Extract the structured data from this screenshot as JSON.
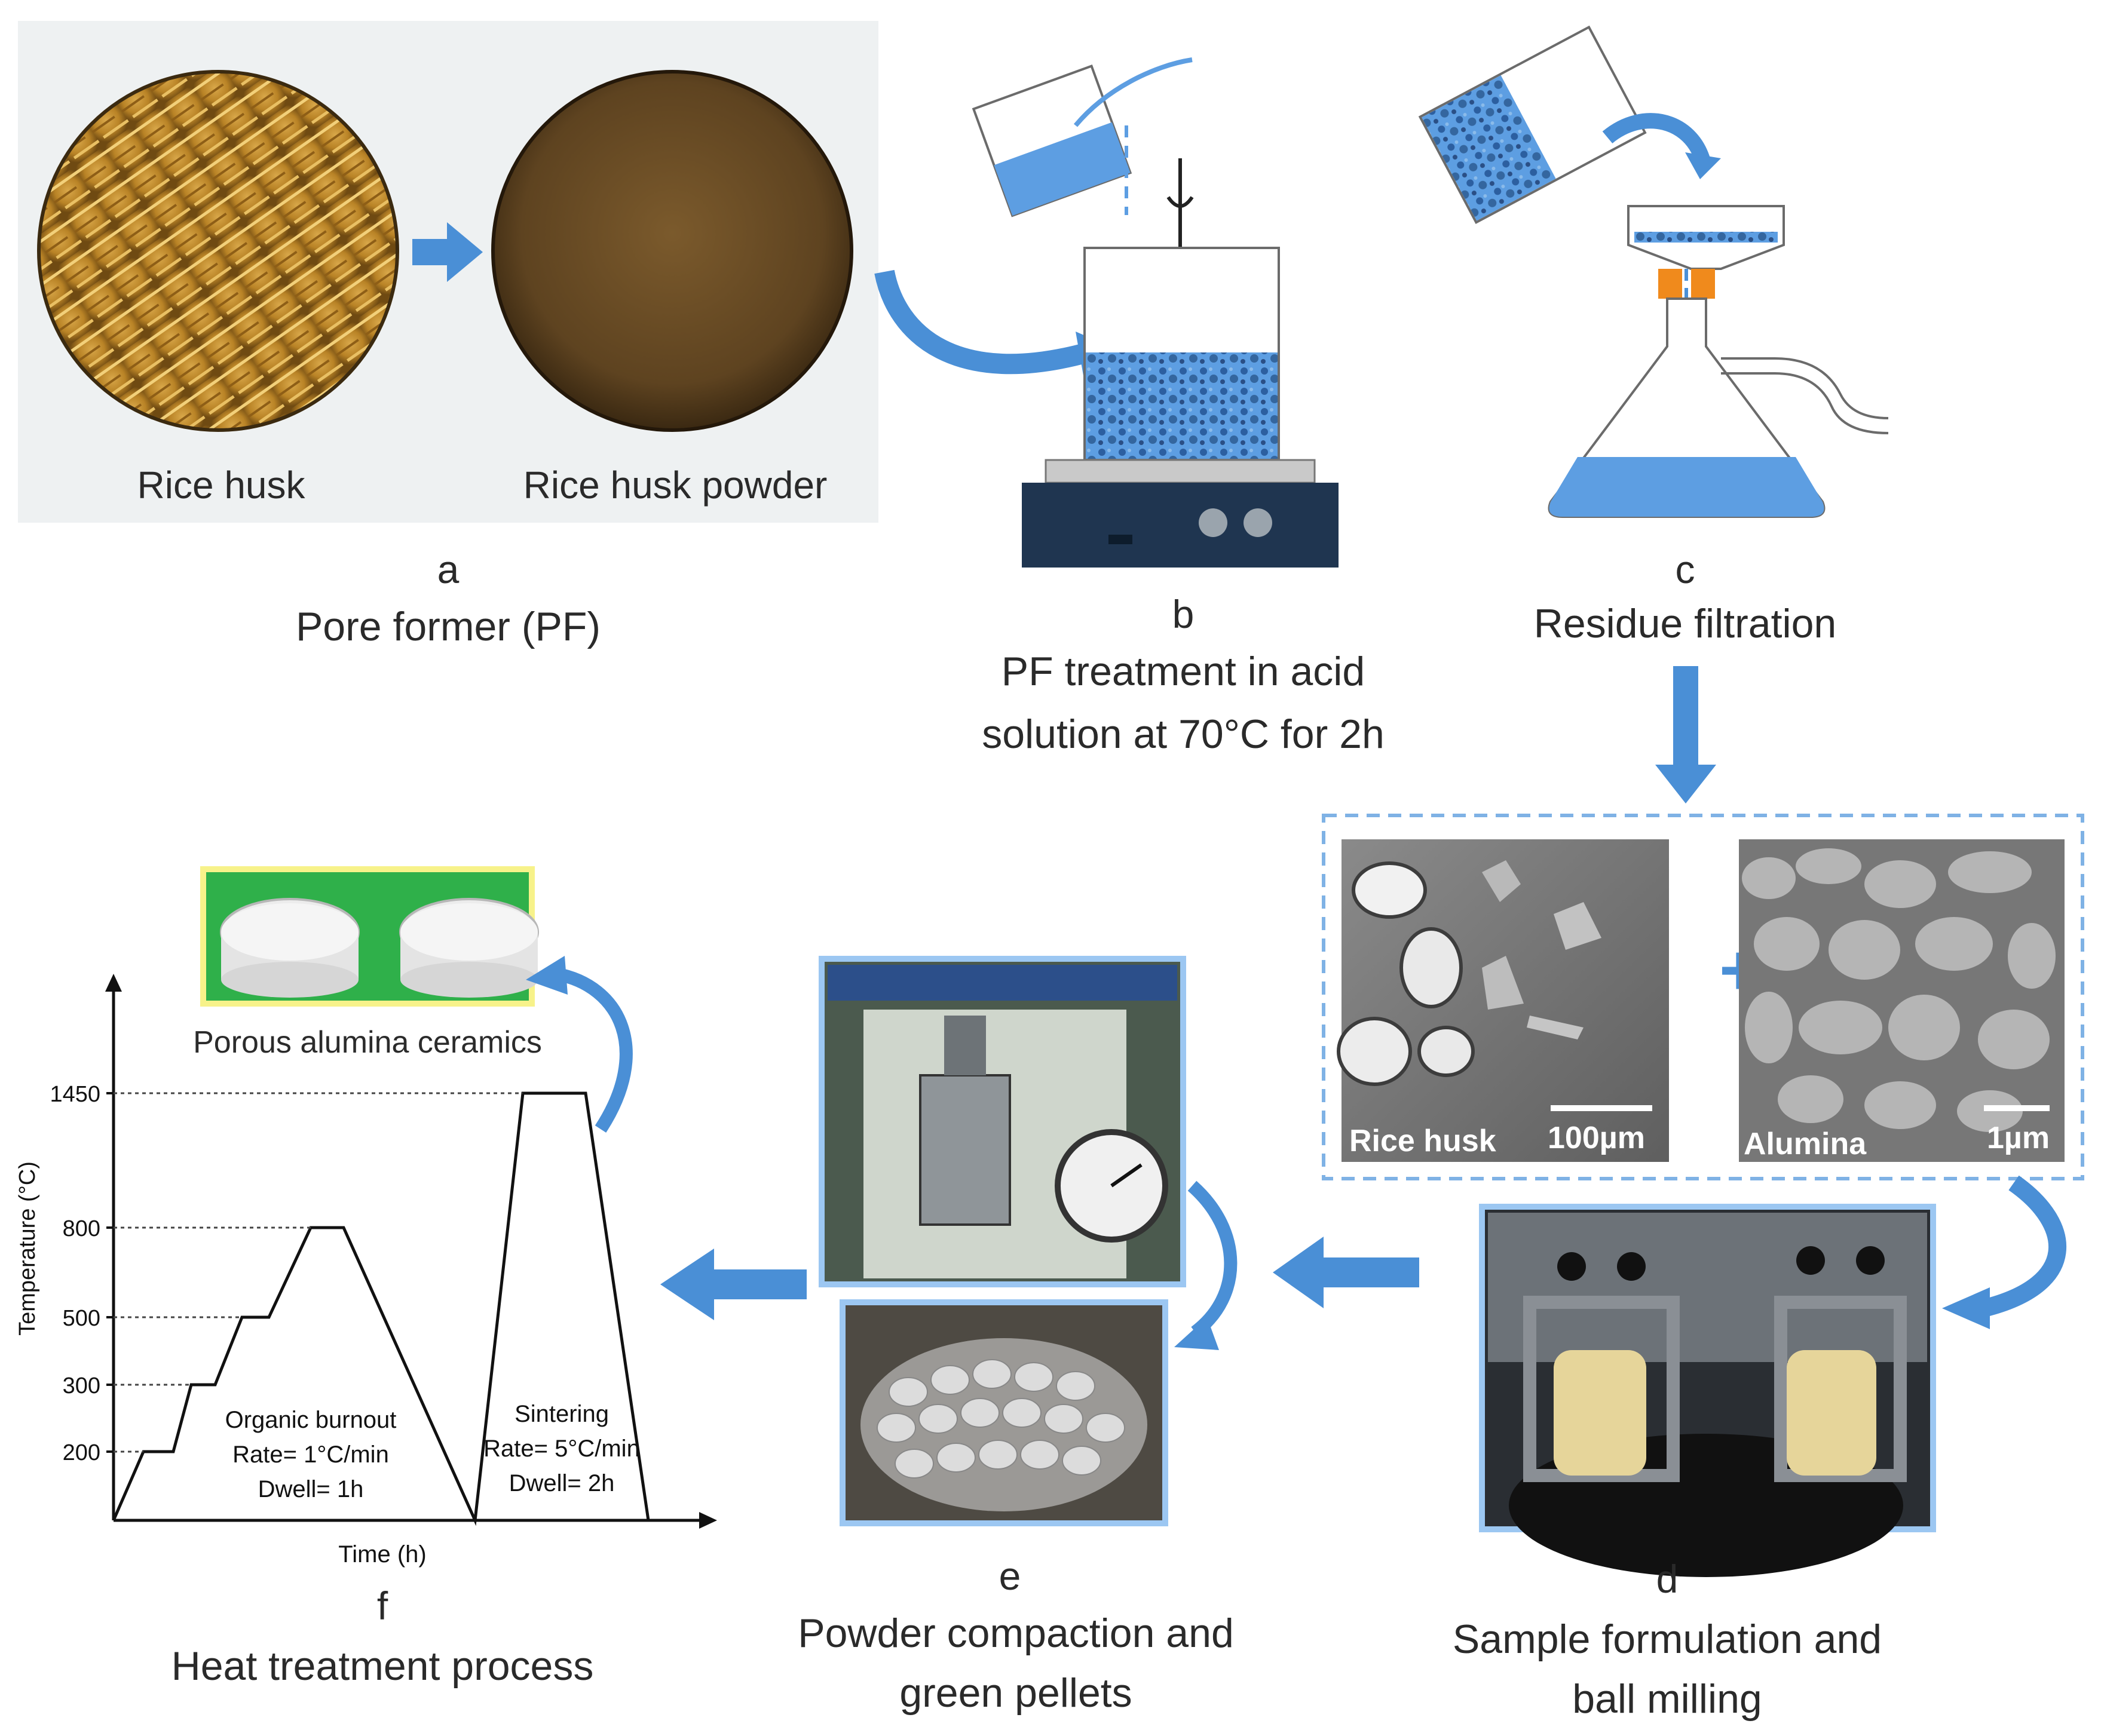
{
  "panel_a": {
    "letter": "a",
    "title": "Pore former (PF)",
    "left_label": "Rice husk",
    "right_label": "Rice husk powder"
  },
  "panel_b": {
    "letter": "b",
    "title_line1": "PF treatment in acid",
    "title_line2": "solution at 70°C for 2h"
  },
  "panel_c": {
    "letter": "c",
    "title": "Residue filtration"
  },
  "panel_d": {
    "letter": "d",
    "title_line1": "Sample formulation and",
    "title_line2": "ball milling",
    "sem_left_label": "Rice husk",
    "sem_left_scale": "100µm",
    "sem_right_label": "Alumina",
    "sem_right_scale": "1µm"
  },
  "panel_e": {
    "letter": "e",
    "title_line1": "Powder compaction and",
    "title_line2": "green pellets"
  },
  "panel_f": {
    "letter": "f",
    "title": "Heat treatment process",
    "ceramics_label": "Porous alumina ceramics"
  },
  "chart_data": {
    "type": "line",
    "xlabel": "Time (h)",
    "ylabel": "Temperature (°C)",
    "y_ticks": [
      200,
      300,
      500,
      800,
      1450
    ],
    "annotations": [
      {
        "name": "Organic burnout",
        "lines": [
          "Organic burnout",
          "Rate= 1°C/min",
          "Dwell= 1h"
        ]
      },
      {
        "name": "Sintering",
        "lines": [
          "Sintering",
          "Rate= 5°C/min",
          "Dwell= 2h"
        ]
      }
    ]
  },
  "colors": {
    "arrow_blue": "#4a8fd6",
    "liquid_blue": "#5d9ee2",
    "dark_navy": "#1f3550",
    "dash_blue": "#7fb2e5",
    "orange": "#f08a1c",
    "chart_green": "#2fb04a"
  }
}
